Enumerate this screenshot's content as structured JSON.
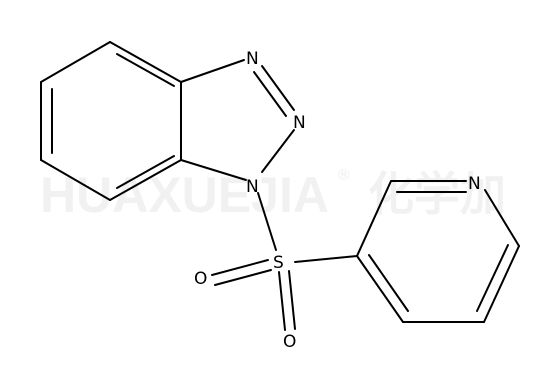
{
  "watermark": {
    "latin": "HUAXUEJIA",
    "registered": "®",
    "cjk": "化学加"
  },
  "atoms": {
    "n_top": "N",
    "n_mid": "N",
    "n_bottom": "N",
    "s": "S",
    "o_left": "O",
    "o_bottom": "O",
    "n_pyridine": "N"
  }
}
